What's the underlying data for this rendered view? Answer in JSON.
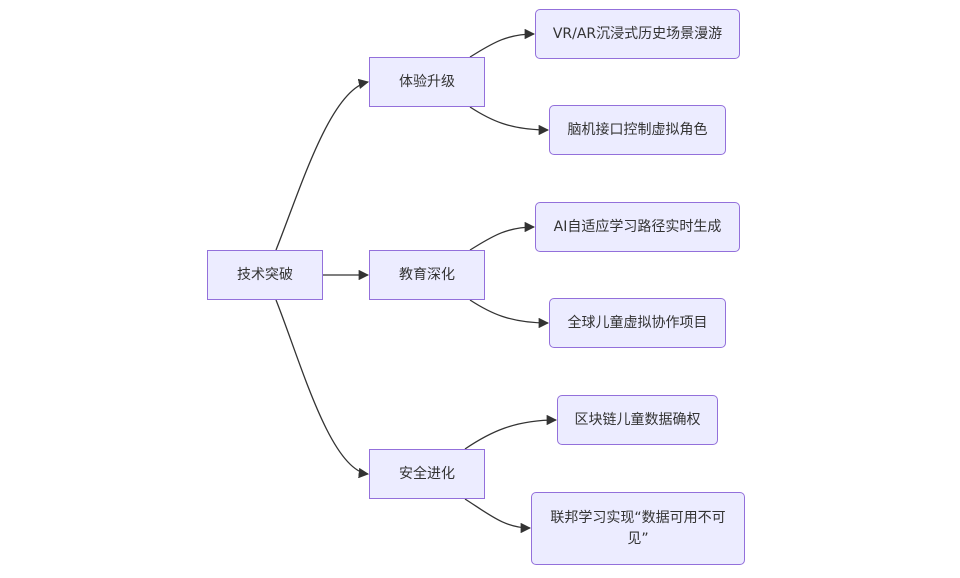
{
  "diagram": {
    "type": "flowchart-LR",
    "colors": {
      "node_fill": "#ECECFF",
      "node_border": "#9370DB",
      "edge": "#333333",
      "text": "#333333"
    },
    "nodes": [
      {
        "id": "root",
        "label": "技术突破"
      },
      {
        "id": "exp",
        "label": "体验升级"
      },
      {
        "id": "edu",
        "label": "教育深化"
      },
      {
        "id": "sec",
        "label": "安全进化"
      },
      {
        "id": "vr",
        "label": "VR/AR沉浸式历史场景漫游"
      },
      {
        "id": "bci",
        "label": "脑机接口控制虚拟角色"
      },
      {
        "id": "ai",
        "label": "AI自适应学习路径实时生成"
      },
      {
        "id": "global",
        "label": "全球儿童虚拟协作项目"
      },
      {
        "id": "chain",
        "label": "区块链儿童数据确权"
      },
      {
        "id": "fed",
        "label": "联邦学习实现“数据可用不可见”"
      }
    ],
    "edges": [
      {
        "from": "root",
        "to": "exp"
      },
      {
        "from": "root",
        "to": "edu"
      },
      {
        "from": "root",
        "to": "sec"
      },
      {
        "from": "exp",
        "to": "vr"
      },
      {
        "from": "exp",
        "to": "bci"
      },
      {
        "from": "edu",
        "to": "ai"
      },
      {
        "from": "edu",
        "to": "global"
      },
      {
        "from": "sec",
        "to": "chain"
      },
      {
        "from": "sec",
        "to": "fed"
      }
    ]
  }
}
